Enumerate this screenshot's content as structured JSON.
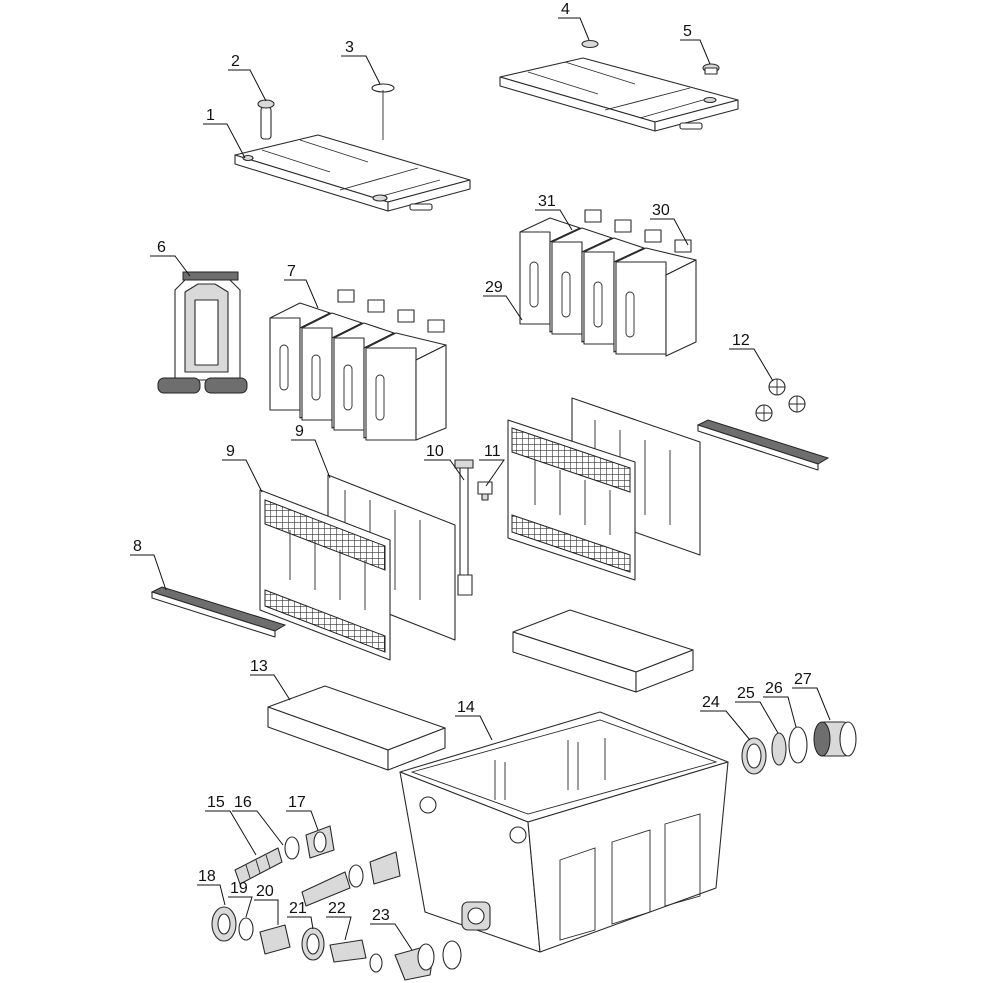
{
  "callouts": [
    {
      "id": "c1",
      "label": "1"
    },
    {
      "id": "c2",
      "label": "2"
    },
    {
      "id": "c3",
      "label": "3"
    },
    {
      "id": "c4",
      "label": "4"
    },
    {
      "id": "c5",
      "label": "5"
    },
    {
      "id": "c6",
      "label": "6"
    },
    {
      "id": "c7",
      "label": "7"
    },
    {
      "id": "c8",
      "label": "8"
    },
    {
      "id": "c9a",
      "label": "9"
    },
    {
      "id": "c9b",
      "label": "9"
    },
    {
      "id": "c10",
      "label": "10"
    },
    {
      "id": "c11",
      "label": "11"
    },
    {
      "id": "c12",
      "label": "12"
    },
    {
      "id": "c13",
      "label": "13"
    },
    {
      "id": "c14",
      "label": "14"
    },
    {
      "id": "c15",
      "label": "15"
    },
    {
      "id": "c16",
      "label": "16"
    },
    {
      "id": "c17",
      "label": "17"
    },
    {
      "id": "c18",
      "label": "18"
    },
    {
      "id": "c19",
      "label": "19"
    },
    {
      "id": "c20",
      "label": "20"
    },
    {
      "id": "c21",
      "label": "21"
    },
    {
      "id": "c22",
      "label": "22"
    },
    {
      "id": "c23",
      "label": "23"
    },
    {
      "id": "c24",
      "label": "24"
    },
    {
      "id": "c25",
      "label": "25"
    },
    {
      "id": "c26",
      "label": "26"
    },
    {
      "id": "c27",
      "label": "27"
    },
    {
      "id": "c29",
      "label": "29"
    },
    {
      "id": "c30",
      "label": "30"
    },
    {
      "id": "c31",
      "label": "31"
    }
  ]
}
